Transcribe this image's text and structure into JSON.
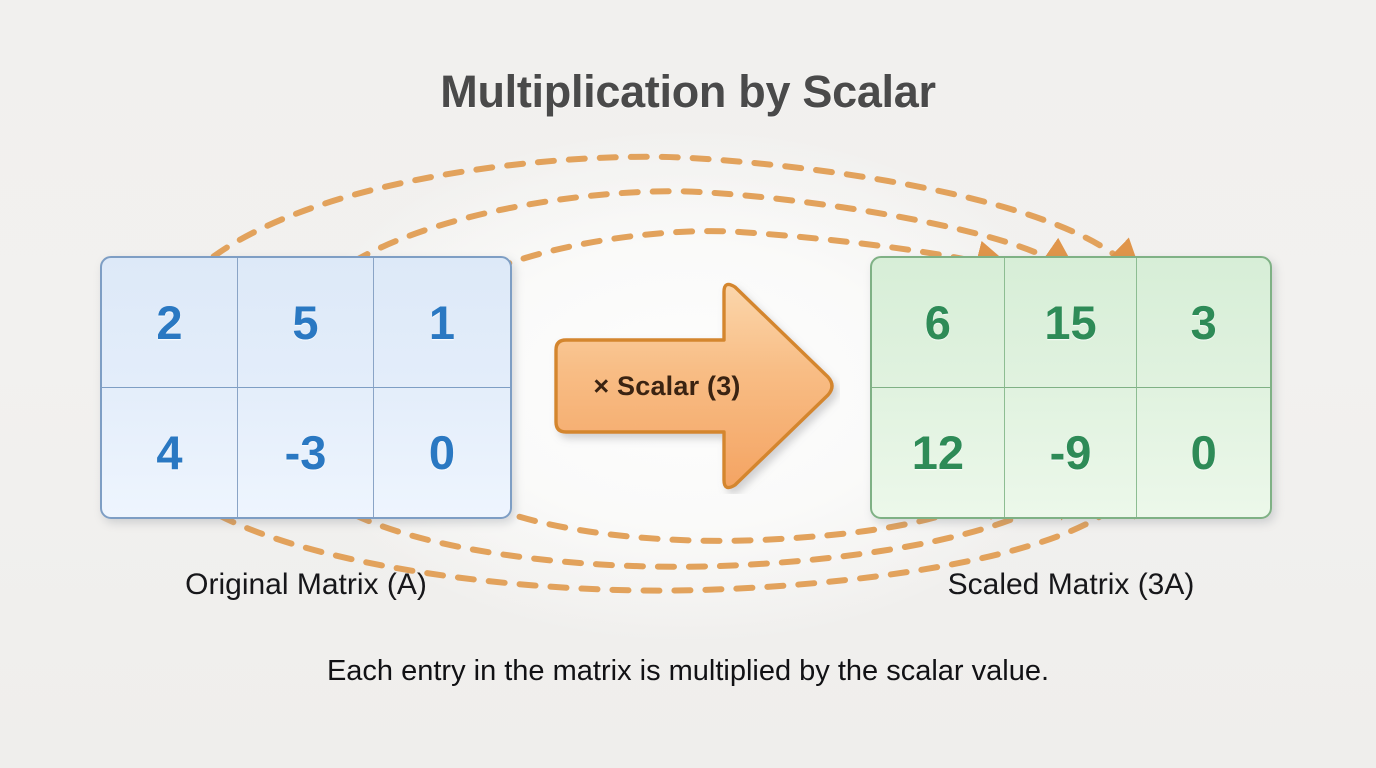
{
  "title": "Multiplication by Scalar",
  "matrix_a": {
    "label": "Original Matrix (A)",
    "rows": [
      [
        "2",
        "5",
        "1"
      ],
      [
        "4",
        "-3",
        "0"
      ]
    ]
  },
  "matrix_b": {
    "label": "Scaled Matrix (3A)",
    "rows": [
      [
        "6",
        "15",
        "3"
      ],
      [
        "12",
        "-9",
        "0"
      ]
    ]
  },
  "operator": {
    "label": "× Scalar (3)",
    "scalar": "3"
  },
  "footnote": "Each entry in the matrix is multiplied by the scalar value.",
  "colors": {
    "background": "#f0f0ef",
    "title": "#4a4a4a",
    "matrix_a_text": "#2a78c2",
    "matrix_a_fill": "#e3edfa",
    "matrix_a_border": "#7e9ec4",
    "matrix_b_text": "#2e8b57",
    "matrix_b_fill": "#e0f2df",
    "matrix_b_border": "#7fb185",
    "arrow_fill": "#f6b173",
    "arrow_border": "#d4862f",
    "arrow_text": "#3a2312",
    "connector": "#e8a košice"
  },
  "connector_color": "#e2a25c"
}
